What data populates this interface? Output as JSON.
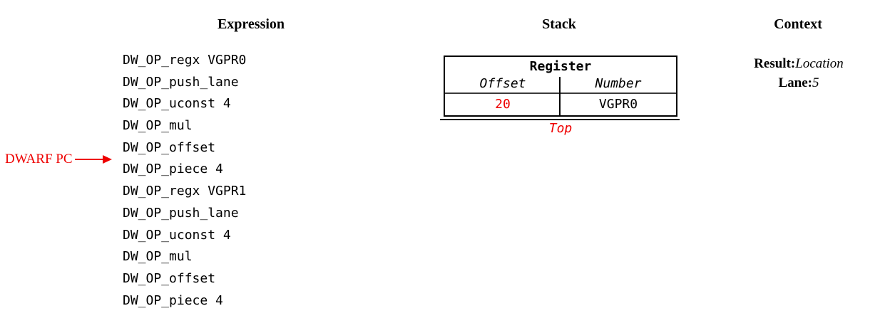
{
  "headers": {
    "expression": "Expression",
    "stack": "Stack",
    "context": "Context"
  },
  "expression": {
    "items": [
      "DW_OP_regx VGPR0",
      "DW_OP_push_lane",
      "DW_OP_uconst 4",
      "DW_OP_mul",
      "DW_OP_offset",
      "DW_OP_piece 4",
      "DW_OP_regx VGPR1",
      "DW_OP_push_lane",
      "DW_OP_uconst 4",
      "DW_OP_mul",
      "DW_OP_offset",
      "DW_OP_piece 4"
    ]
  },
  "pc_marker": {
    "label": "DWARF PC",
    "points_between": [
      "DW_OP_offset",
      "DW_OP_piece 4"
    ]
  },
  "stack": {
    "table": {
      "title": "Register",
      "col_headers": [
        "Offset",
        "Number"
      ],
      "values": [
        "20",
        "VGPR0"
      ]
    },
    "top_label": "Top"
  },
  "context": {
    "result_label": "Result:",
    "result_value": "Location",
    "lane_label": "Lane:",
    "lane_value": "5"
  },
  "colors": {
    "accent_red": "#ee0000",
    "text": "#000000",
    "border": "#000000",
    "table_separator": "#3a3a3a",
    "background": "#ffffff"
  }
}
